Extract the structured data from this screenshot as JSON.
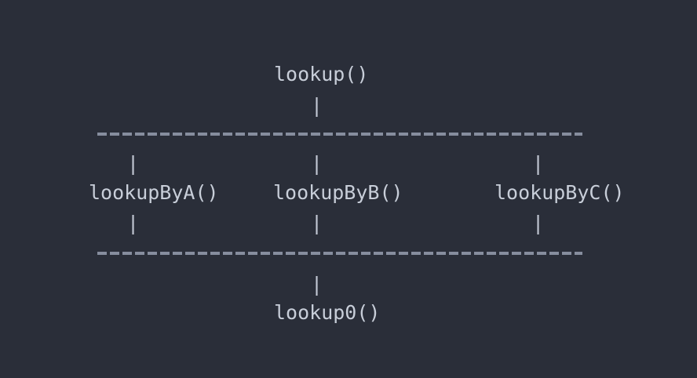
{
  "theme": {
    "background": "#2a2e39",
    "text_color": "#c8ced9",
    "connector_color": "#c3c9d5",
    "divider_color": "#868d9e"
  },
  "diagram": {
    "type": "ascii-call-hierarchy",
    "root": {
      "label": "lookup()",
      "connector_down": "|"
    },
    "divider_top": "--------------------------------------",
    "branches": [
      {
        "id": "a",
        "label": "lookupByA()",
        "connector_up": "|",
        "connector_down": "|"
      },
      {
        "id": "b",
        "label": "lookupByB()",
        "connector_up": "|",
        "connector_down": "|"
      },
      {
        "id": "c",
        "label": "lookupByC()",
        "connector_up": "|",
        "connector_down": "|"
      }
    ],
    "divider_bottom": "--------------------------------------",
    "leaf": {
      "connector_up": "|",
      "label": "lookup0()"
    }
  }
}
